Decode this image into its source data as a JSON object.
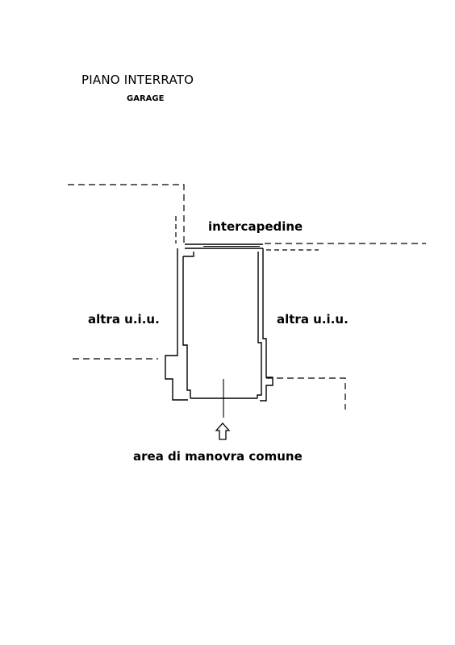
{
  "heading": {
    "title": "PIANO INTERRATO",
    "subtitle": "GARAGE"
  },
  "labels": {
    "top": "intercapedine",
    "left": "altra u.i.u.",
    "right": "altra u.i.u.",
    "bottom": "area di manovra comune"
  },
  "colors": {
    "line": "#000000",
    "background": "#ffffff"
  },
  "icons": {
    "entrance": "up-arrow-outline-icon"
  }
}
